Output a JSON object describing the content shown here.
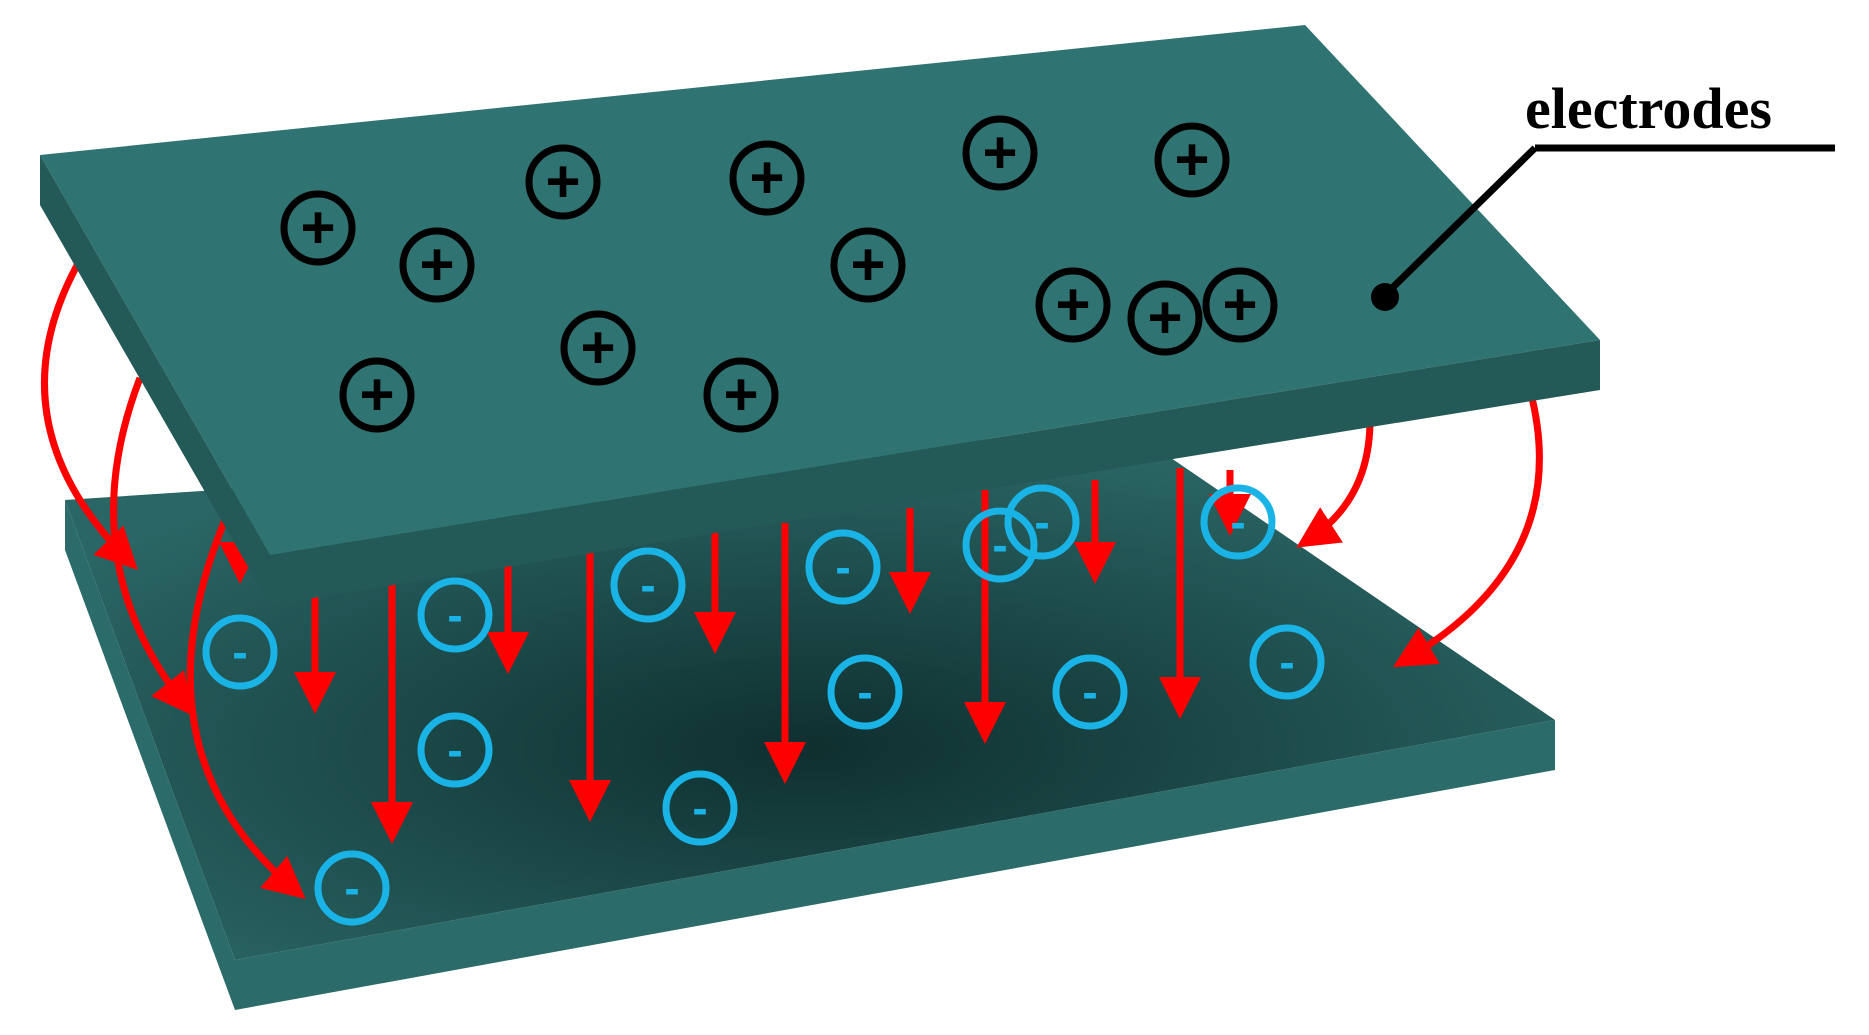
{
  "diagram": {
    "label": "electrodes",
    "top_charge_symbol": "+",
    "bottom_charge_symbol": "-",
    "top_plate_color": "#2f7472",
    "top_plate_side_color": "#235957",
    "bottom_plate_color": "#1d4d4c",
    "bottom_plate_side_color": "#2b6b69",
    "positive_charge_color": "#000000",
    "negative_charge_color": "#1ab3e6",
    "field_line_color": "#ff0000",
    "positive_charge_count": 13,
    "negative_charge_count": 13
  }
}
